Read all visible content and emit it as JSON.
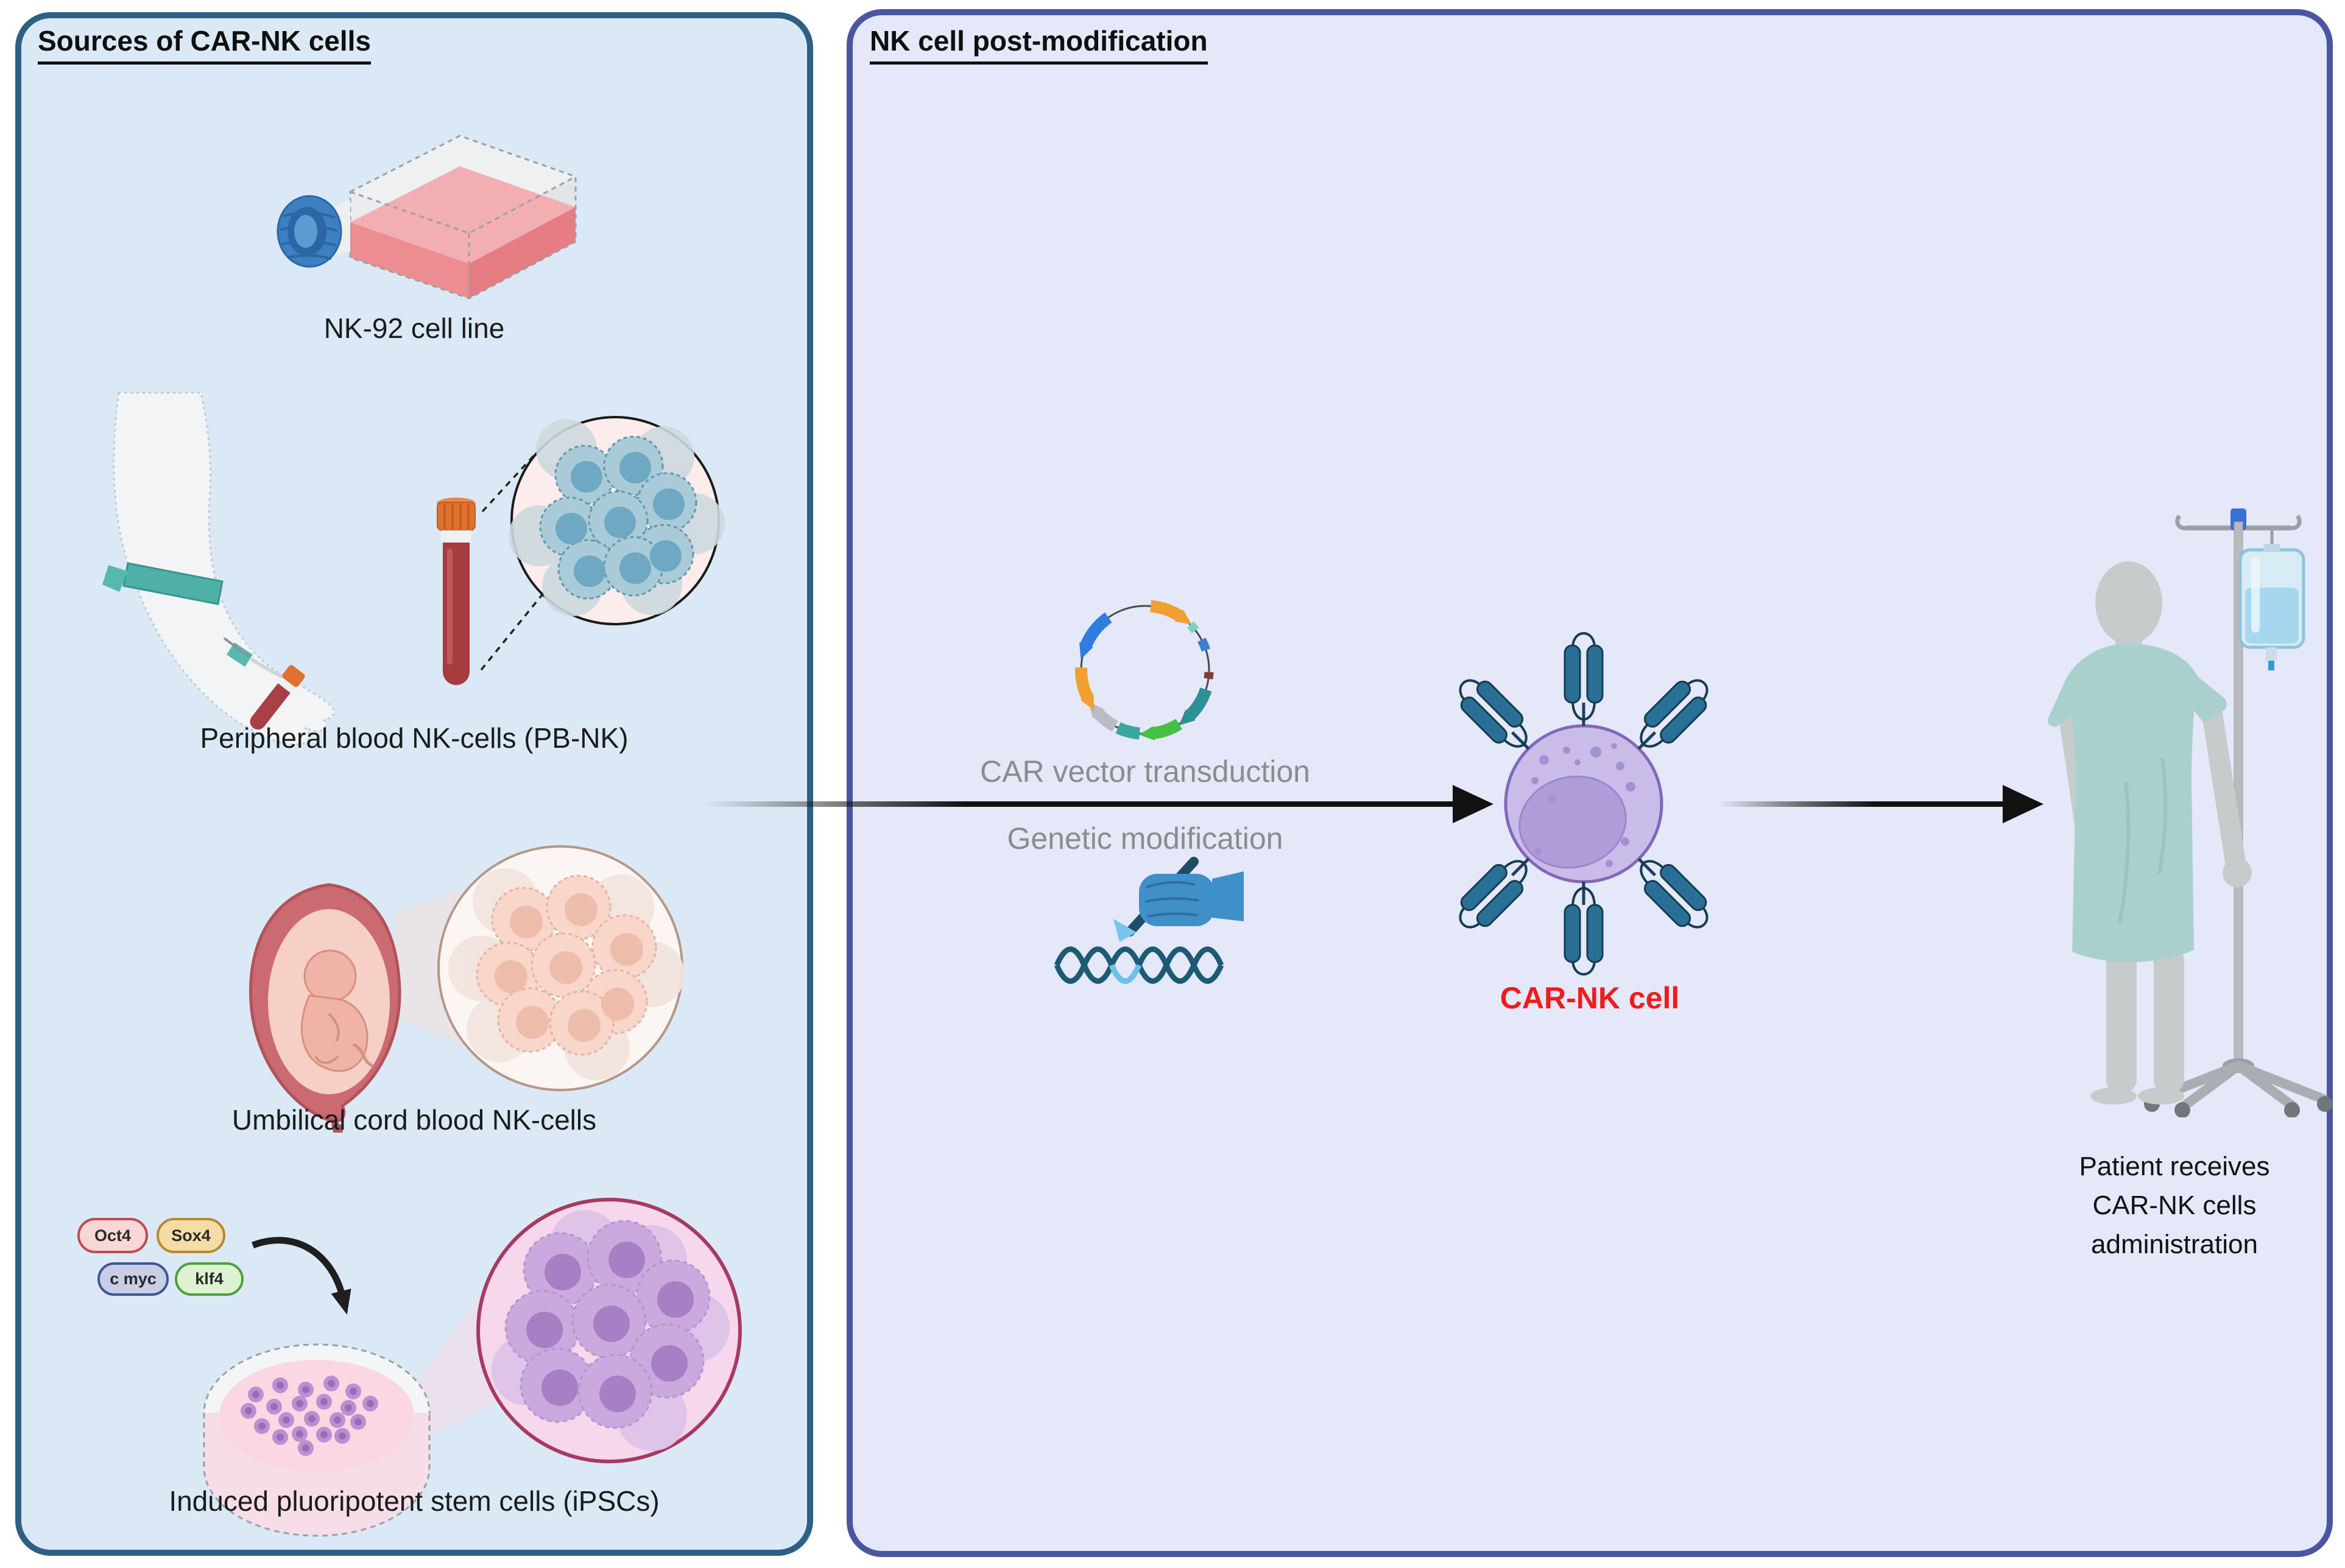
{
  "figure": {
    "left_panel": {
      "title": "Sources of CAR-NK cells",
      "sources": [
        {
          "id": "nk92",
          "label": "NK-92 cell line"
        },
        {
          "id": "pbnk",
          "label": "Peripheral blood NK-cells (PB-NK)"
        },
        {
          "id": "ucb",
          "label": "Umbilical cord blood NK-cells"
        },
        {
          "id": "ipsc",
          "label": "Induced pluoripotent stem cells (iPSCs)"
        }
      ],
      "reprogramming_factors": [
        {
          "label": "Oct4",
          "fill": "#f8d7d6",
          "border": "#c04a52"
        },
        {
          "label": "Sox4",
          "fill": "#f3dca6",
          "border": "#b8892f"
        },
        {
          "label": "c myc",
          "fill": "#c9cde5",
          "border": "#3f5596"
        },
        {
          "label": "klf4",
          "fill": "#ddf2d1",
          "border": "#4f9e41"
        }
      ]
    },
    "right_panel": {
      "title": "NK cell post-modification",
      "steps": {
        "top": "CAR vector transduction",
        "bottom": "Genetic modification"
      },
      "cell_label": "CAR-NK cell",
      "patient_caption": [
        "Patient receives",
        "CAR-NK cells",
        "administration"
      ]
    },
    "icons": [
      "culture-flask-icon",
      "blood-draw-arm-icon",
      "blood-tube-icon",
      "nk-cells-inset-icon",
      "womb-icon",
      "cord-blood-cells-inset-icon",
      "reprogramming-arrow-icon",
      "petri-dish-icon",
      "ipsc-cells-inset-icon",
      "plasmid-icon",
      "gene-editing-icon",
      "car-nk-cell-icon",
      "flow-arrow-icon",
      "patient-icon",
      "iv-pole-icon"
    ],
    "colors": {
      "left_panel_bg": "#dbe9f6",
      "left_panel_border": "#2d6084",
      "right_panel_bg": "#e4e8f8",
      "right_panel_border": "#4a56a1",
      "label_text": "#1b1b1b",
      "step_text": "#8c8c8c",
      "cell_label_text": "#ee1c1c",
      "arrow": "#111111"
    }
  }
}
